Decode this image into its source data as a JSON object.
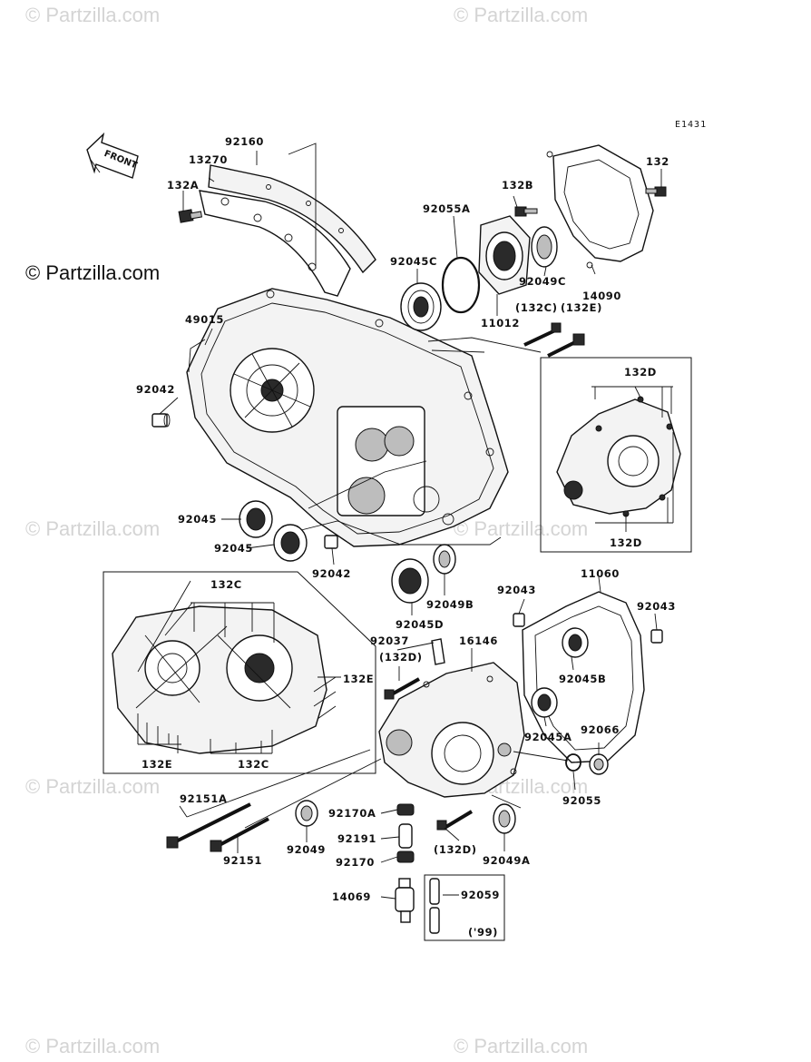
{
  "watermark": "© Partzilla.com",
  "copyright": "© Partzilla.com",
  "ref_code": "E1431",
  "front_label": "FRONT",
  "labels": {
    "l92160": "92160",
    "l13270": "13270",
    "l132A": "132A",
    "l132B": "132B",
    "l132": "132",
    "l92055A": "92055A",
    "l92045C": "92045C",
    "l92049C": "92049C",
    "l14090": "14090",
    "l11012": "11012",
    "l132C_paren_top": "(132C)",
    "l132E_paren_top": "(132E)",
    "l49015": "49015",
    "l92042_a": "92042",
    "l132D_top": "132D",
    "l132D_bottom": "132D",
    "l92045_a": "92045",
    "l92045_b": "92045",
    "l92042_b": "92042",
    "l92049B": "92049B",
    "l92045D": "92045D",
    "l132C_box_top": "132C",
    "l132E_box_right": "132E",
    "l132E_box_bottom": "132E",
    "l132C_box_bottom": "132C",
    "l92043_a": "92043",
    "l11060": "11060",
    "l92043_b": "92043",
    "l92037": "92037",
    "l132D_paren_a": "(132D)",
    "l16146": "16146",
    "l92045B": "92045B",
    "l92045A": "92045A",
    "l92066": "92066",
    "l92055": "92055",
    "l92151A": "92151A",
    "l92170A": "92170A",
    "l92191": "92191",
    "l92170": "92170",
    "l92049": "92049",
    "l92151": "92151",
    "l132D_paren_b": "(132D)",
    "l92049A": "92049A",
    "l14069": "14069",
    "l92059": "92059",
    "l99": "('99)"
  }
}
